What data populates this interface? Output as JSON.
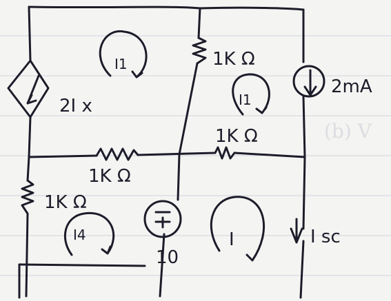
{
  "diagram": {
    "source_label": "2I x",
    "resistor_top_right": "1K Ω",
    "resistor_middle_right": "1K Ω",
    "resistor_middle_left": "1K Ω",
    "resistor_bottom_left": "1K Ω",
    "current_source_label": "2mA",
    "voltage_source_label": "10",
    "output_current_label": "I sc",
    "mesh_labels": {
      "top_left": "I1",
      "top_right": "I1",
      "bottom_left": "I4",
      "bottom_right": "I"
    }
  },
  "ink_color": "#1c1c2a",
  "paper_color": "#f4f4f2"
}
